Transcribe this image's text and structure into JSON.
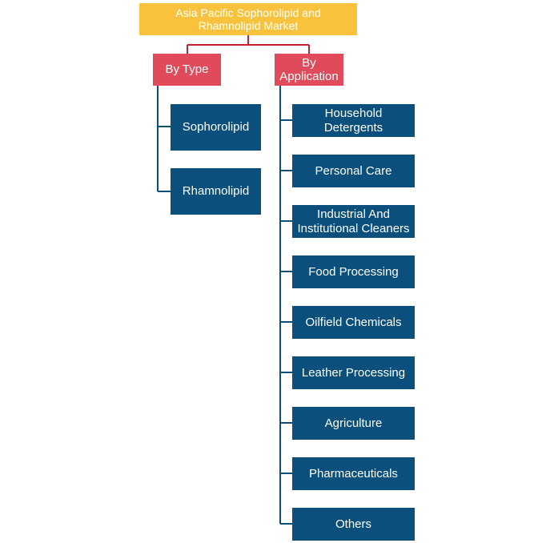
{
  "root": {
    "title_line1": "Asia Pacific Sophorolipid and",
    "title_line2": "Rhamnolipid Market"
  },
  "by_type": {
    "label": "By Type",
    "items": [
      {
        "label_line1": "Sophorolipid"
      },
      {
        "label_line1": "Rhamnolipid"
      }
    ]
  },
  "by_application": {
    "label_line1": "By",
    "label_line2": "Application",
    "items": [
      {
        "label_line1": "Household",
        "label_line2": "Detergents"
      },
      {
        "label_line1": "Personal Care"
      },
      {
        "label_line1": "Industrial And",
        "label_line2": "Institutional Cleaners"
      },
      {
        "label_line1": "Food Processing"
      },
      {
        "label_line1": "Oilfield Chemicals"
      },
      {
        "label_line1": "Leather Processing"
      },
      {
        "label_line1": "Agriculture"
      },
      {
        "label_line1": "Pharmaceuticals"
      },
      {
        "label_line1": "Others"
      }
    ]
  },
  "colors": {
    "root_fill": "#f9c23c",
    "category_fill": "#e04a5a",
    "leaf_fill": "#0b4f7d",
    "root_connector": "#c8202f",
    "type_connector": "#0b4f7d"
  }
}
